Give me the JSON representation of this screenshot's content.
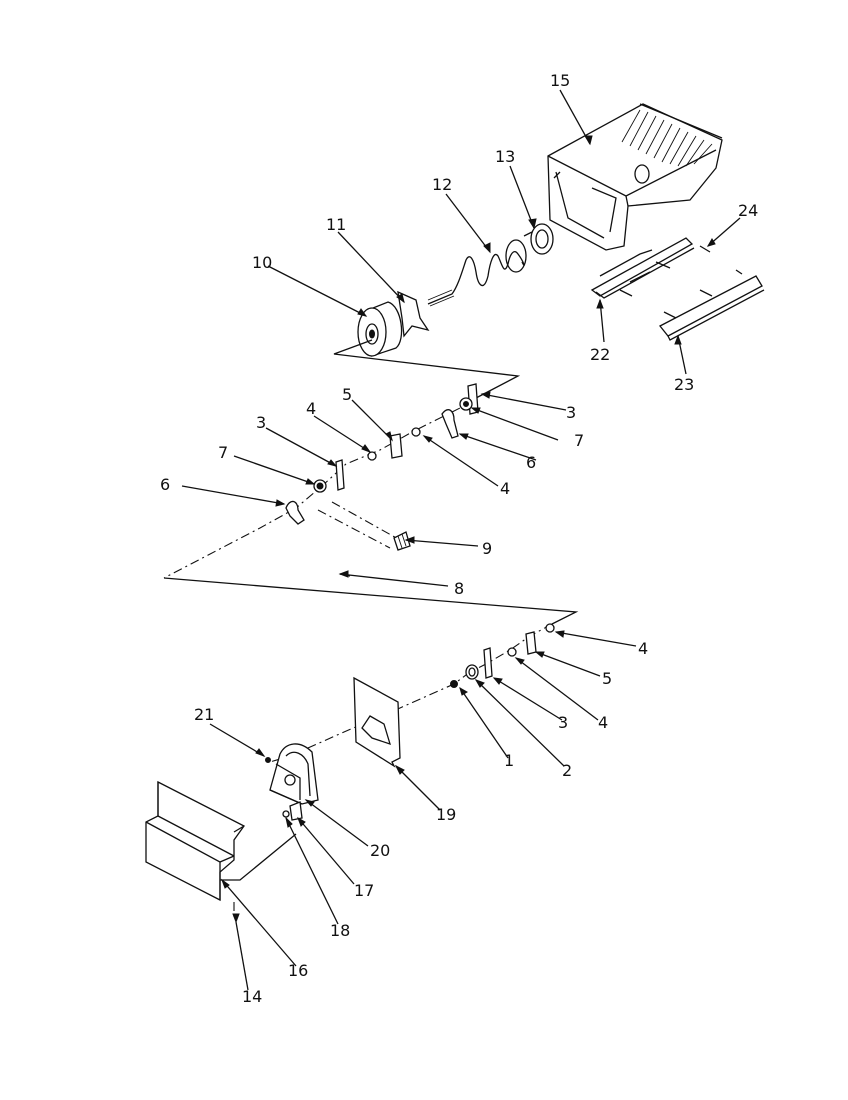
{
  "diagram": {
    "callouts": [
      {
        "id": "c15",
        "text": "15"
      },
      {
        "id": "c13",
        "text": "13"
      },
      {
        "id": "c12",
        "text": "12"
      },
      {
        "id": "c11",
        "text": "11"
      },
      {
        "id": "c10",
        "text": "10"
      },
      {
        "id": "c24",
        "text": "24"
      },
      {
        "id": "c22",
        "text": "22"
      },
      {
        "id": "c23",
        "text": "23"
      },
      {
        "id": "c3a",
        "text": "3"
      },
      {
        "id": "c5a",
        "text": "5"
      },
      {
        "id": "c4a",
        "text": "4"
      },
      {
        "id": "c3b",
        "text": "3"
      },
      {
        "id": "c7a",
        "text": "7"
      },
      {
        "id": "c7b",
        "text": "7"
      },
      {
        "id": "c6a",
        "text": "6"
      },
      {
        "id": "c6b",
        "text": "6"
      },
      {
        "id": "c4b",
        "text": "4"
      },
      {
        "id": "c9",
        "text": "9"
      },
      {
        "id": "c8",
        "text": "8"
      },
      {
        "id": "c4c",
        "text": "4"
      },
      {
        "id": "c5b",
        "text": "5"
      },
      {
        "id": "c21",
        "text": "21"
      },
      {
        "id": "c3c",
        "text": "3"
      },
      {
        "id": "c4d",
        "text": "4"
      },
      {
        "id": "c1",
        "text": "1"
      },
      {
        "id": "c2",
        "text": "2"
      },
      {
        "id": "c19",
        "text": "19"
      },
      {
        "id": "c20",
        "text": "20"
      },
      {
        "id": "c17",
        "text": "17"
      },
      {
        "id": "c18",
        "text": "18"
      },
      {
        "id": "c16",
        "text": "16"
      },
      {
        "id": "c14",
        "text": "14"
      }
    ]
  }
}
